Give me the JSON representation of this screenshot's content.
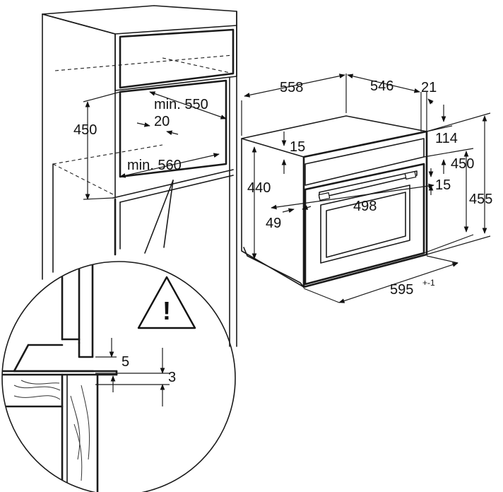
{
  "dimensions": {
    "niche_height": "450",
    "niche_min_depth": "min. 550",
    "niche_offset": "20",
    "niche_min_width": "min. 560",
    "oven_side_depth": "558",
    "oven_top_depth": "546",
    "front_thickness": "21",
    "top_offset": "15",
    "side_height": "440",
    "top_panel_height": "114",
    "front_height": "450",
    "total_height": "455",
    "inner_offset": "15",
    "inner_width": "498",
    "side_offset": "49",
    "total_width": "595",
    "total_width_tolerance": "+-1",
    "detail_gap": "5",
    "detail_gap_2": "3"
  },
  "warning_symbol": "!",
  "icons": {
    "warning": "warning-triangle-icon"
  }
}
